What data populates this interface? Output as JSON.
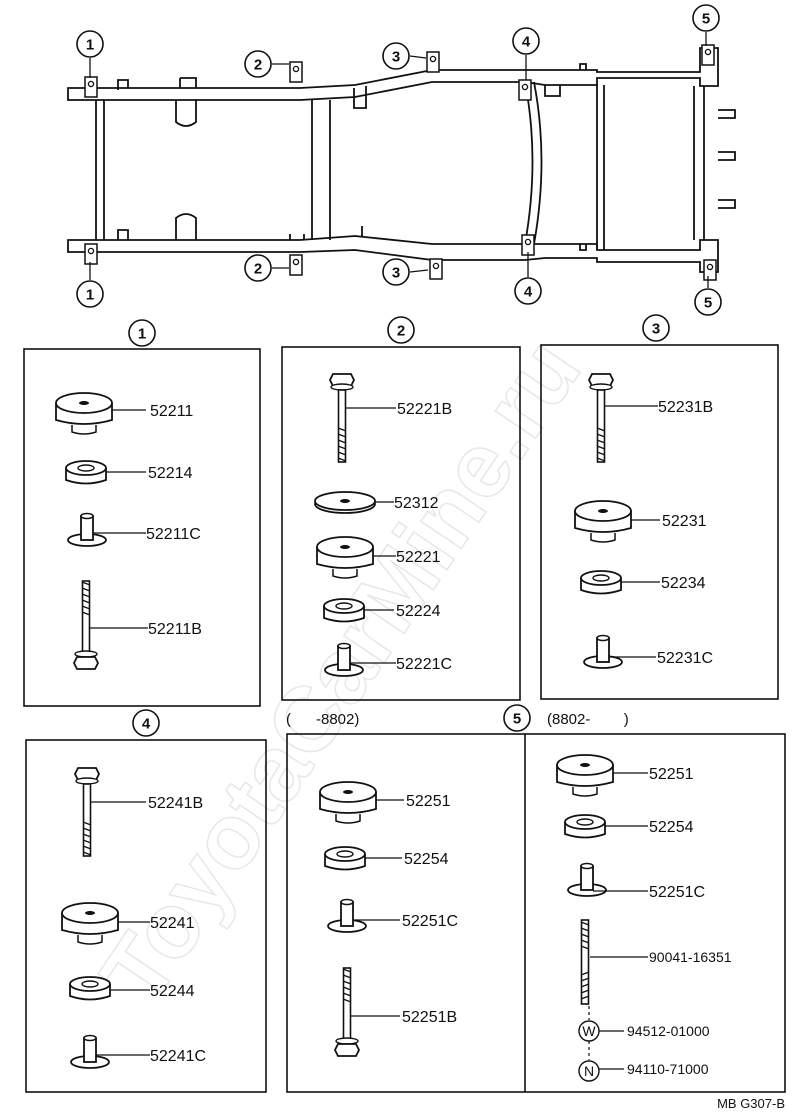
{
  "frame_callouts": {
    "top": [
      "1",
      "2",
      "3",
      "4",
      "5"
    ],
    "bottom": [
      "1",
      "2",
      "3",
      "4",
      "5"
    ]
  },
  "groups": [
    {
      "id": "1",
      "parts": [
        "52211",
        "52214",
        "52211C",
        "52211B"
      ]
    },
    {
      "id": "2",
      "parts": [
        "52221B",
        "52312",
        "52221",
        "52224",
        "52221C"
      ]
    },
    {
      "id": "3",
      "parts": [
        "52231B",
        "52231",
        "52234",
        "52231C"
      ]
    },
    {
      "id": "4",
      "parts": [
        "52241B",
        "52241",
        "52244",
        "52241C"
      ]
    },
    {
      "id": "5",
      "period_left": "(      -8802)",
      "period_right": "(8802-        )",
      "parts_left": [
        "52251",
        "52254",
        "52251C",
        "52251B"
      ],
      "parts_right": [
        "52251",
        "52254",
        "52251C",
        "90041-16351",
        "94512-01000",
        "94110-71000"
      ],
      "washer_symbol": "W",
      "nut_symbol": "N"
    }
  ],
  "watermark": "ToyotaCarMine.ru",
  "reference_code": "MB G307-B"
}
